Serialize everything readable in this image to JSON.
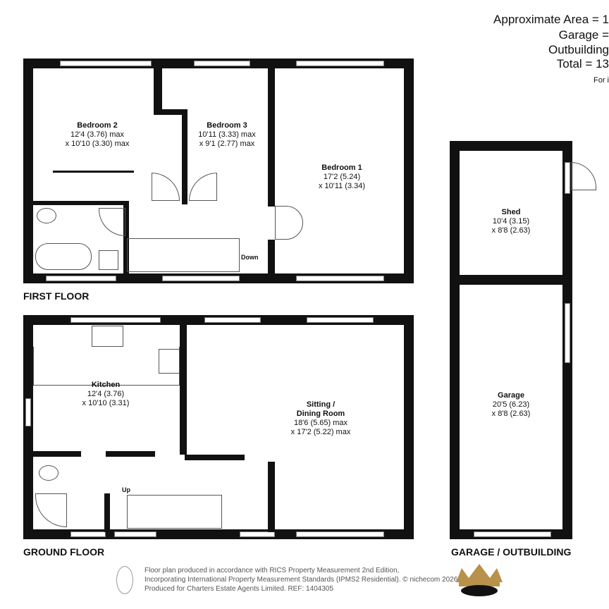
{
  "header": {
    "area_lines": [
      "Approximate Area = 1",
      "Garage = ",
      "Outbuilding",
      "Total = 13"
    ],
    "note": "For i"
  },
  "floors": {
    "first": "FIRST FLOOR",
    "ground": "GROUND FLOOR",
    "garage": "GARAGE / OUTBUILDING"
  },
  "rooms": {
    "bedroom2": {
      "name": "Bedroom 2",
      "l1": "12'4 (3.76) max",
      "l2": "x 10'10 (3.30) max"
    },
    "bedroom3": {
      "name": "Bedroom 3",
      "l1": "10'11 (3.33) max",
      "l2": "x 9'1 (2.77) max"
    },
    "bedroom1": {
      "name": "Bedroom 1",
      "l1": "17'2 (5.24)",
      "l2": "x 10'11 (3.34)"
    },
    "shed": {
      "name": "Shed",
      "l1": "10'4 (3.15)",
      "l2": "x 8'8 (2.63)"
    },
    "kitchen": {
      "name": "Kitchen",
      "l1": "12'4 (3.76)",
      "l2": "x 10'10 (3.31)"
    },
    "sitting": {
      "name": "Sitting /",
      "name2": "Dining Room",
      "l1": "18'6 (5.65) max",
      "l2": "x 17'2 (5.22) max"
    },
    "garage": {
      "name": "Garage",
      "l1": "20'5 (6.23)",
      "l2": "x 8'8 (2.63)"
    }
  },
  "stairs": {
    "down": "Down",
    "up": "Up"
  },
  "footer": {
    "lines": [
      "Floor plan produced in accordance with RICS Property Measurement 2nd Edition,",
      "Incorporating International Property Measurement Standards (IPMS2 Residential).   © nichecom 2026.",
      "Produced for Charters Estate Agents Limited.   REF: 1404305"
    ]
  },
  "colors": {
    "wall": "#111111",
    "logo_gold": "#b8914a"
  }
}
